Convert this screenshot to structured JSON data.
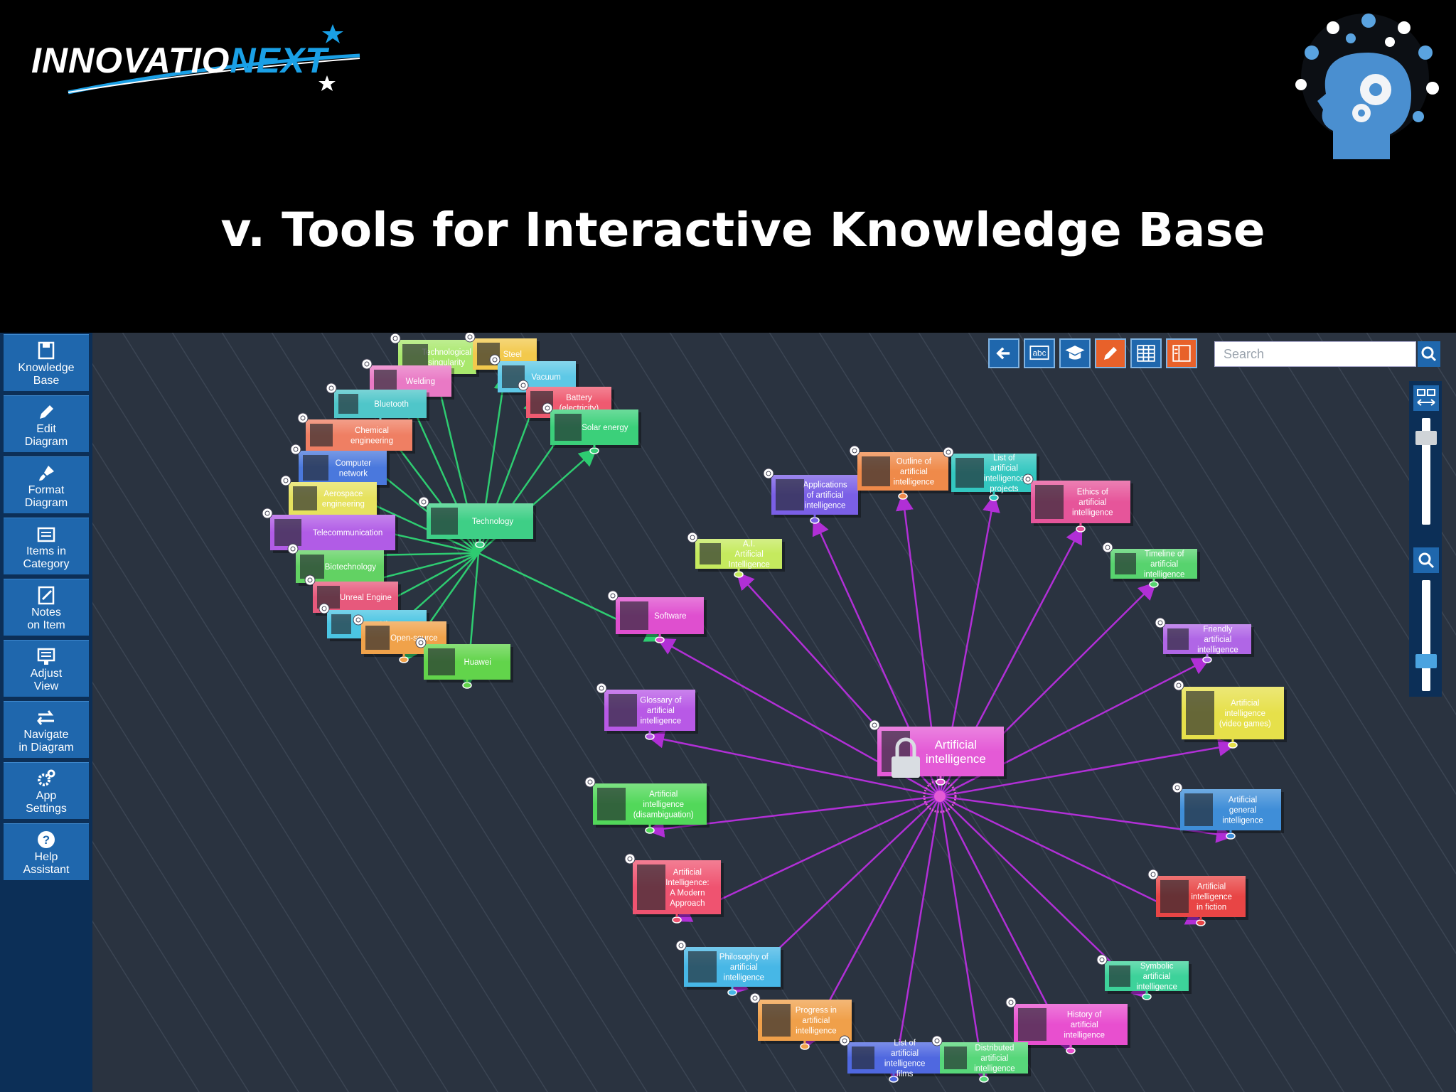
{
  "slide": {
    "title": "v. Tools for Interactive Knowledge Base"
  },
  "logo": {
    "text_a": "INNOVATIO",
    "text_b": "NEXT"
  },
  "sidebar": {
    "items": [
      {
        "label": "Knowledge\nBase",
        "icon": "floppy-disk-icon"
      },
      {
        "label": "Edit\nDiagram",
        "icon": "pencil-icon"
      },
      {
        "label": "Format\nDiagram",
        "icon": "brush-icon"
      },
      {
        "label": "Items in\nCategory",
        "icon": "list-icon"
      },
      {
        "label": "Notes\non Item",
        "icon": "notes-icon"
      },
      {
        "label": "Adjust\nView",
        "icon": "monitor-icon"
      },
      {
        "label": "Navigate\nin Diagram",
        "icon": "arrows-icon"
      },
      {
        "label": "App\nSettings",
        "icon": "gears-icon"
      },
      {
        "label": "Help\nAssistant",
        "icon": "question-icon"
      }
    ]
  },
  "toolbar": {
    "buttons": [
      {
        "name": "back",
        "icon": "arrow-left-icon",
        "color": "#1f67ad"
      },
      {
        "name": "text",
        "icon": "abc-icon",
        "color": "#1f67ad"
      },
      {
        "name": "learn",
        "icon": "graduation-cap-icon",
        "color": "#1f67ad"
      },
      {
        "name": "edit",
        "icon": "pencil-icon",
        "color": "#e8612a"
      },
      {
        "name": "table",
        "icon": "grid-icon",
        "color": "#1f67ad"
      },
      {
        "name": "layout",
        "icon": "panel-icon",
        "color": "#e8612a"
      }
    ],
    "search_placeholder": "Search"
  },
  "technology_cluster": {
    "hub": "Technology",
    "nodes": [
      "Technological singularity",
      "Steel",
      "Vacuum",
      "Welding",
      "Battery (electricity)",
      "Bluetooth",
      "Solar energy",
      "Chemical engineering",
      "Computer network",
      "Aerospace engineering",
      "Telecommunication",
      "Biotechnology",
      "Unreal Engine",
      "Uber",
      "Open-source",
      "Huawei"
    ]
  },
  "ai_cluster": {
    "hub": "Artificial intelligence",
    "link_from_technology": "Software",
    "nodes": [
      "Applications of artificial intelligence",
      "Outline of artificial intelligence",
      "List of artificial intelligence projects",
      "Ethics of artificial intelligence",
      "A.I. Artificial Intelligence",
      "Timeline of artificial intelligence",
      "Software",
      "Friendly artificial intelligence",
      "Artificial intelligence (video games)",
      "Glossary of artificial intelligence",
      "Artificial intelligence (disambiguation)",
      "Artificial general intelligence",
      "Artificial Intelligence: A Modern Approach",
      "Artificial intelligence in fiction",
      "Philosophy of artificial intelligence",
      "Symbolic artificial intelligence",
      "Progress in artificial intelligence",
      "History of artificial intelligence",
      "List of artificial intelligence films",
      "Distributed artificial intelligence"
    ]
  },
  "colors": {
    "tech_link": "#2ecc71",
    "ai_link": "#b12fd6",
    "sidebar_button": "#1f67ad",
    "background": "#2a3340"
  }
}
